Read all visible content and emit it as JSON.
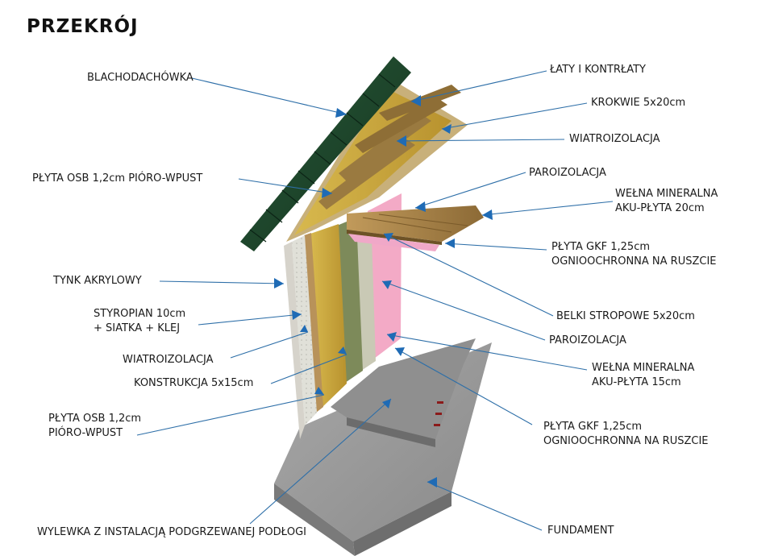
{
  "title": "PRZEKRÓJ",
  "labels": {
    "blachodachowka": [
      "BLACHODACHÓWKA"
    ],
    "laty": [
      "ŁATY I KONTRŁATY"
    ],
    "krokwie": [
      "KROKWIE 5x20cm"
    ],
    "wiatro_dach": [
      "WIATROIZOLACJA"
    ],
    "osb_dach": [
      "PŁYTA OSB 1,2cm PIÓRO-WPUST"
    ],
    "paro_strop": [
      "PAROIZOLACJA"
    ],
    "welna_strop": [
      "WEŁNA MINERALNA",
      "AKU-PŁYTA 20cm"
    ],
    "gkf_strop": [
      "PŁYTA GKF 1,25cm",
      "OGNIOOCHRONNA NA RUSZCIE"
    ],
    "tynk": [
      "TYNK AKRYLOWY"
    ],
    "styropian": [
      "STYROPIAN 10cm",
      "+ SIATKA + KLEJ"
    ],
    "belki": [
      "BELKI STROPOWE 5x20cm"
    ],
    "paro_sciana": [
      "PAROIZOLACJA"
    ],
    "wiatro_sciana": [
      "WIATROIZOLACJA"
    ],
    "welna_sciana": [
      "WEŁNA MINERALNA",
      "AKU-PŁYTA 15cm"
    ],
    "konstrukcja": [
      "KONSTRUKCJA 5x15cm"
    ],
    "osb_sciana": [
      "PŁYTA OSB 1,2cm",
      "PIÓRO-WPUST"
    ],
    "gkf_sciana": [
      "PŁYTA GKF 1,25cm",
      "OGNIOOCHRONNA NA RUSZCIE"
    ],
    "wylewka": [
      "WYLEWKA Z INSTALACJĄ PODGRZEWANEJ PODŁOGI"
    ],
    "fundament": [
      "FUNDAMENT"
    ]
  },
  "colors": {
    "roof_sheet": "#1d4a2e",
    "timber": "#b08a4e",
    "mineral_wool": "#c9a842",
    "styrofoam": "#dcdcd4",
    "gkf_pink": "#f3aac6",
    "concrete": "#9a9a9a",
    "arrow": "#1f6bb5"
  }
}
